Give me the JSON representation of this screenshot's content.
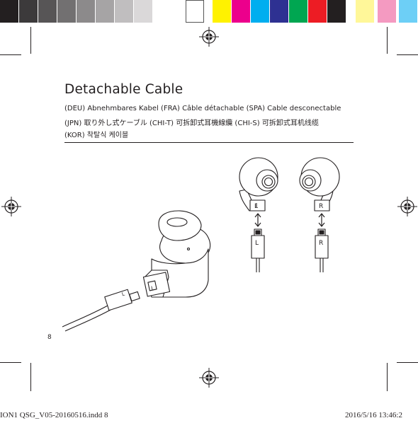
{
  "swatch_colors": [
    "#231f20",
    "#3c3a3b",
    "#575556",
    "#727071",
    "#8c8a8b",
    "#a6a4a5",
    "#c0bebf",
    "#dad8d9",
    "#ffffff",
    "#fff200",
    "#ec008c",
    "#00aeef",
    "#2e3192",
    "#00a651",
    "#ed1c24",
    "#231f20",
    "#fff799",
    "#f49ac1",
    "#6dcff6"
  ],
  "page": {
    "title": "Detachable Cable",
    "lines": [
      "(DEU) Abnehmbares Kabel   (FRA) Câble détachable   (SPA) Cable desconectable",
      "(JPN) 取り外し式ケーブル   (CHI-T) 可拆卸式耳機線纜   (CHI-S) 可拆卸式耳机线缆",
      "(KOR) 착탈식 케이블"
    ],
    "page_number": "8"
  },
  "illustration": {
    "left_label": "L",
    "right_label": "R",
    "connector_left_label": "L",
    "connector_right_label": "R",
    "main_connector_label": "L",
    "plug_label": "L"
  },
  "footer": {
    "file_name": "ION1 QSG_V05-20160516.indd   8",
    "timestamp": "2016/5/16   13:46:2"
  }
}
